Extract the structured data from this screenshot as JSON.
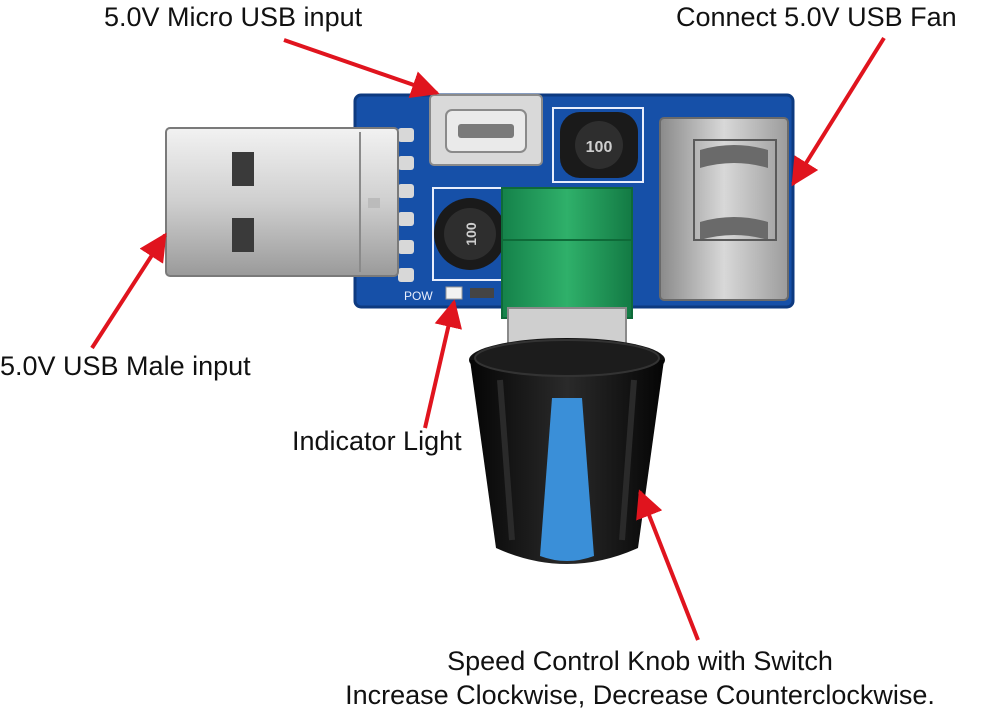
{
  "labels": {
    "micro_usb": "5.0V Micro USB input",
    "fan": "Connect 5.0V USB Fan",
    "male_input": "5.0V USB Male input",
    "indicator": "Indicator Light",
    "knob_line1": "Speed Control Knob with Switch",
    "knob_line2": "Increase Clockwise, Decrease Counterclockwise."
  },
  "board": {
    "inductor_marking": "100",
    "led_marking": "POW"
  },
  "colors": {
    "arrow": "#e0141e",
    "pcb": "#1650a8",
    "pot_body": "#1f9a56",
    "knob_body": "#161616",
    "knob_stripe": "#3a8fd8"
  }
}
